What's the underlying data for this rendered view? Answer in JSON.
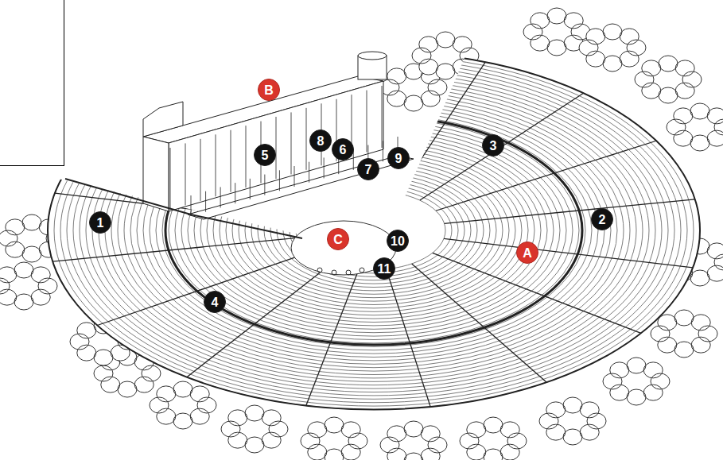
{
  "diagram": {
    "labels": [
      "B",
      "5",
      "8",
      "6",
      "3",
      "9",
      "7",
      "1",
      "2",
      "10",
      "C",
      "A",
      "11",
      "4"
    ]
  }
}
